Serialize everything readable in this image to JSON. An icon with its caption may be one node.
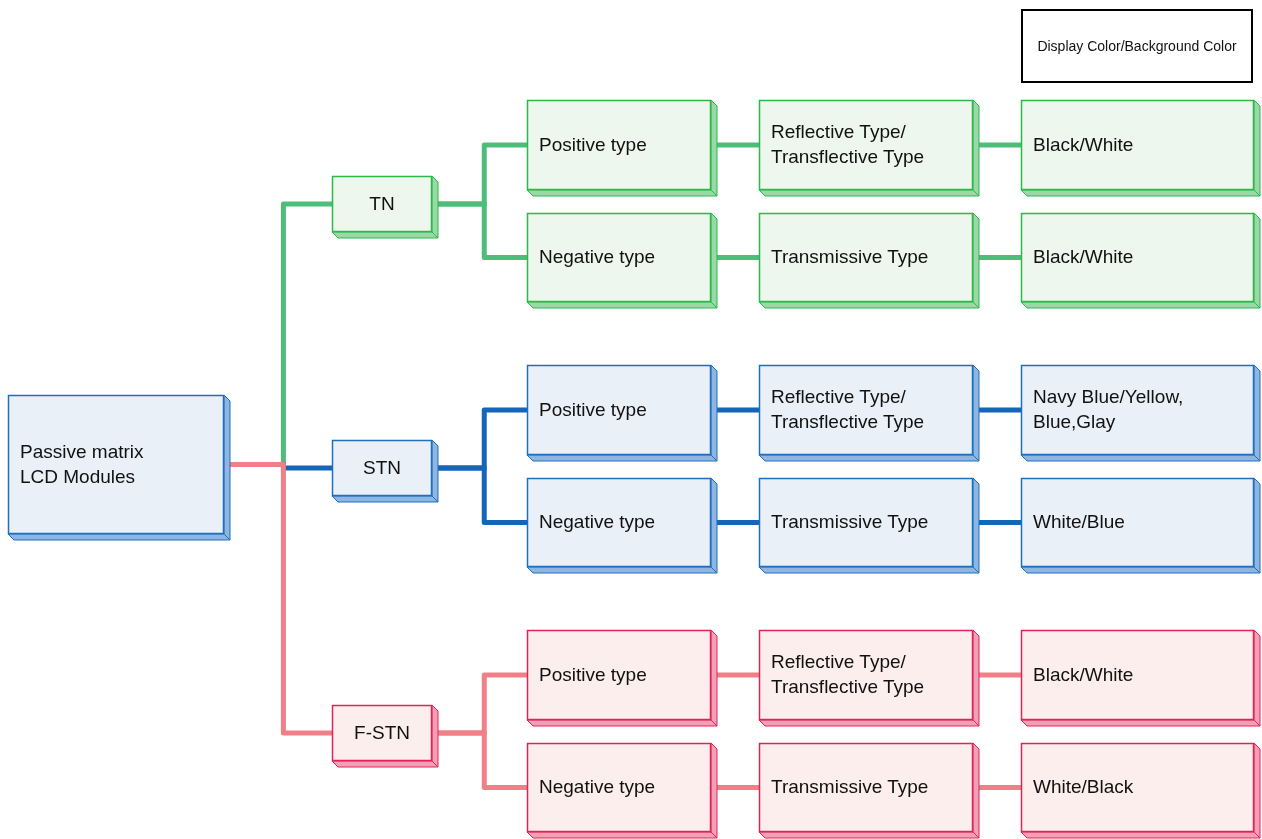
{
  "diagram": {
    "nodes": [
      {
        "text": [
          "Display Color/Background Color"
        ]
      },
      {
        "text": [
          "Passive matrix LCD Modules"
        ]
      },
      {
        "text": [
          "TN"
        ]
      },
      {
        "text": [
          "Positive type"
        ]
      },
      {
        "text": [
          "Reflective Type/ Transflective Type"
        ]
      },
      {
        "text": [
          "Black/White"
        ]
      },
      {
        "text": [
          "Negative type"
        ]
      },
      {
        "text": [
          "Transmissive Type"
        ]
      },
      {
        "text": [
          "Black/White"
        ]
      },
      {
        "text": [
          "STN"
        ]
      },
      {
        "text": [
          "Positive type"
        ]
      },
      {
        "text": [
          "Reflective Type/ Transflective Type"
        ]
      },
      {
        "text": [
          "Navy Blue/Yellow, Blue,Glay"
        ]
      },
      {
        "text": [
          "Negative type"
        ]
      },
      {
        "text": [
          "Transmissive Type"
        ]
      },
      {
        "text": [
          "White/Blue"
        ]
      },
      {
        "text": [
          "F-STN"
        ]
      },
      {
        "text": [
          "Positive type"
        ]
      },
      {
        "text": [
          "Reflective Type/ Transflective Type"
        ]
      },
      {
        "text": [
          "Black/White"
        ]
      },
      {
        "text": [
          "Negative type"
        ]
      },
      {
        "text": [
          "Transmissive Type"
        ]
      },
      {
        "text": [
          "White/Black"
        ]
      }
    ],
    "edges": [
      {
        "from": 1,
        "to": 2,
        "arrow": "none",
        "color": "#4dbd7a"
      },
      {
        "from": 2,
        "to": 3,
        "arrow": "none",
        "color": "#4dbd7a"
      },
      {
        "from": 2,
        "to": 6,
        "arrow": "none",
        "color": "#4dbd7a"
      },
      {
        "from": 3,
        "to": 4,
        "arrow": "none",
        "color": "#4dbd7a"
      },
      {
        "from": 4,
        "to": 5,
        "arrow": "none",
        "color": "#4dbd7a"
      },
      {
        "from": 6,
        "to": 7,
        "arrow": "none",
        "color": "#4dbd7a"
      },
      {
        "from": 7,
        "to": 8,
        "arrow": "none",
        "color": "#4dbd7a"
      },
      {
        "from": 1,
        "to": 9,
        "arrow": "none",
        "color": "#1565b8"
      },
      {
        "from": 9,
        "to": 10,
        "arrow": "none",
        "color": "#1565b8"
      },
      {
        "from": 9,
        "to": 13,
        "arrow": "none",
        "color": "#1565b8"
      },
      {
        "from": 10,
        "to": 11,
        "arrow": "none",
        "color": "#1565b8"
      },
      {
        "from": 11,
        "to": 12,
        "arrow": "none",
        "color": "#1565b8"
      },
      {
        "from": 13,
        "to": 14,
        "arrow": "none",
        "color": "#1565b8"
      },
      {
        "from": 14,
        "to": 15,
        "arrow": "none",
        "color": "#1565b8"
      },
      {
        "from": 1,
        "to": 16,
        "arrow": "none",
        "color": "#f07f88"
      },
      {
        "from": 16,
        "to": 17,
        "arrow": "none",
        "color": "#f07f88"
      },
      {
        "from": 16,
        "to": 20,
        "arrow": "none",
        "color": "#f07f88"
      },
      {
        "from": 17,
        "to": 18,
        "arrow": "none",
        "color": "#f07f88"
      },
      {
        "from": 18,
        "to": 19,
        "arrow": "none",
        "color": "#f07f88"
      },
      {
        "from": 20,
        "to": 21,
        "arrow": "none",
        "color": "#f07f88"
      },
      {
        "from": 21,
        "to": 22,
        "arrow": "none",
        "color": "#f07f88"
      }
    ]
  }
}
